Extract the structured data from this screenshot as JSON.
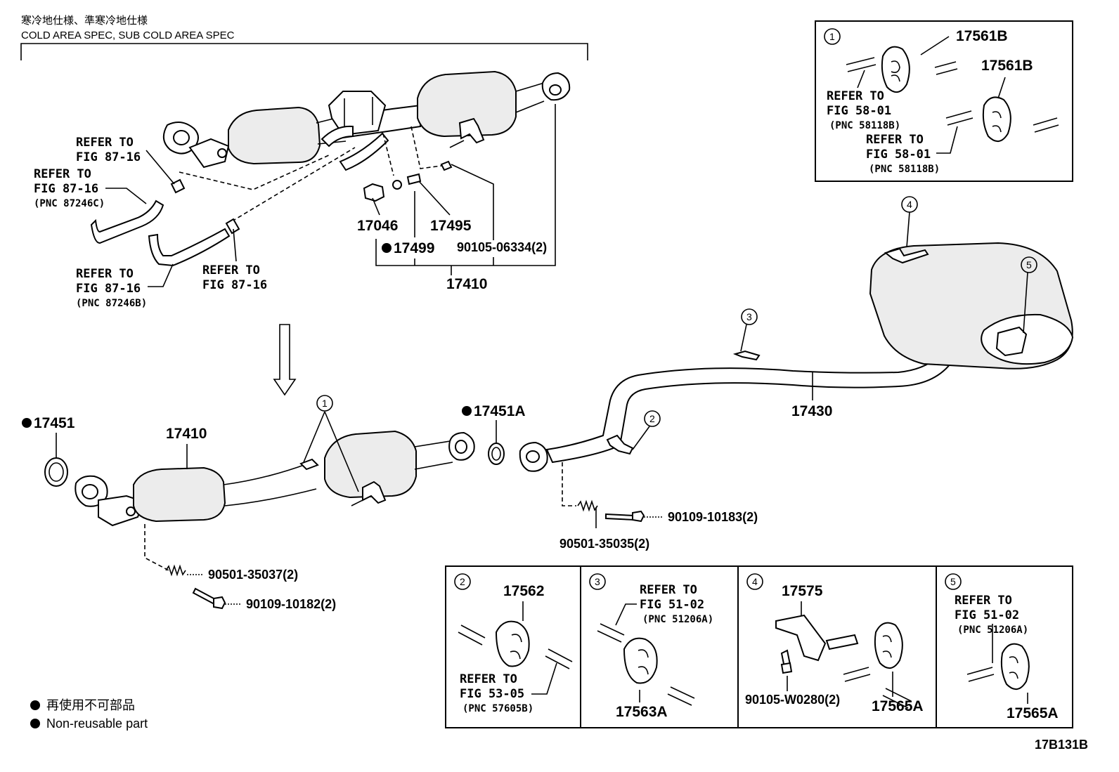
{
  "header": {
    "line_jp": "寒冷地仕様、準寒冷地仕様",
    "line_en": "COLD AREA SPEC, SUB COLD AREA SPEC"
  },
  "top_assembly": {
    "ref_a": [
      "REFER TO",
      "FIG 87-16"
    ],
    "ref_b": [
      "REFER TO",
      "FIG 87-16",
      "(PNC 87246C)"
    ],
    "ref_c": [
      "REFER TO",
      "FIG 87-16",
      "(PNC 87246B)"
    ],
    "ref_d": [
      "REFER TO",
      "FIG 87-16"
    ],
    "parts": {
      "p17046": "17046",
      "p17495": "17495",
      "p17499": "17499",
      "p90105_06334": "90105-06334(2)",
      "p17410": "17410"
    }
  },
  "main_assembly": {
    "p17451": "17451",
    "p17410": "17410",
    "p17451A": "17451A",
    "p17430": "17430",
    "p90501_35035": "90501-35035(2)",
    "p90109_10183": "90109-10183(2)",
    "p90501_35037": "90501-35037(2)",
    "p90109_10182": "90109-10182(2)"
  },
  "callouts": [
    "1",
    "2",
    "3",
    "4",
    "5"
  ],
  "detail_1": {
    "num": "1",
    "part_a": "17561B",
    "part_b": "17561B",
    "ref_a": [
      "REFER TO",
      "FIG 58-01",
      "(PNC 58118B)"
    ],
    "ref_b": [
      "REFER TO",
      "FIG 58-01",
      "(PNC 58118B)"
    ]
  },
  "detail_2": {
    "num": "2",
    "part": "17562",
    "ref": [
      "REFER TO",
      "FIG 53-05",
      "(PNC 57605B)"
    ]
  },
  "detail_3": {
    "num": "3",
    "part": "17563A",
    "ref": [
      "REFER TO",
      "FIG 51-02",
      "(PNC 51206A)"
    ]
  },
  "detail_4": {
    "num": "4",
    "part_a": "17575",
    "part_b": "90105-W0280(2)",
    "part_c": "17565A"
  },
  "detail_5": {
    "num": "5",
    "part": "17565A",
    "ref": [
      "REFER TO",
      "FIG 51-02",
      "(PNC 51206A)"
    ]
  },
  "legend": {
    "jp": "再使用不可部品",
    "en": "Non-reusable part"
  },
  "figure_id": "17B131B"
}
